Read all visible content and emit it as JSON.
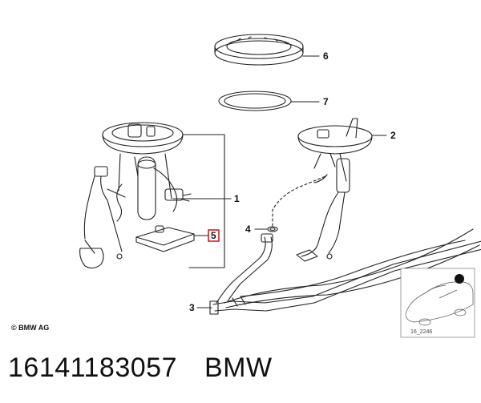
{
  "diagram": {
    "callouts": [
      {
        "id": "1",
        "label": "1"
      },
      {
        "id": "2",
        "label": "2"
      },
      {
        "id": "3",
        "label": "3"
      },
      {
        "id": "4",
        "label": "4"
      },
      {
        "id": "5",
        "label": "5"
      },
      {
        "id": "6",
        "label": "6"
      },
      {
        "id": "7",
        "label": "7"
      }
    ],
    "highlighted_callout": "5",
    "highlight_color": "#d0101b",
    "inset_reference": "16_2246",
    "copyright": "© BMW AG"
  },
  "caption": {
    "part_number": "16141183057",
    "brand": "BMW"
  }
}
